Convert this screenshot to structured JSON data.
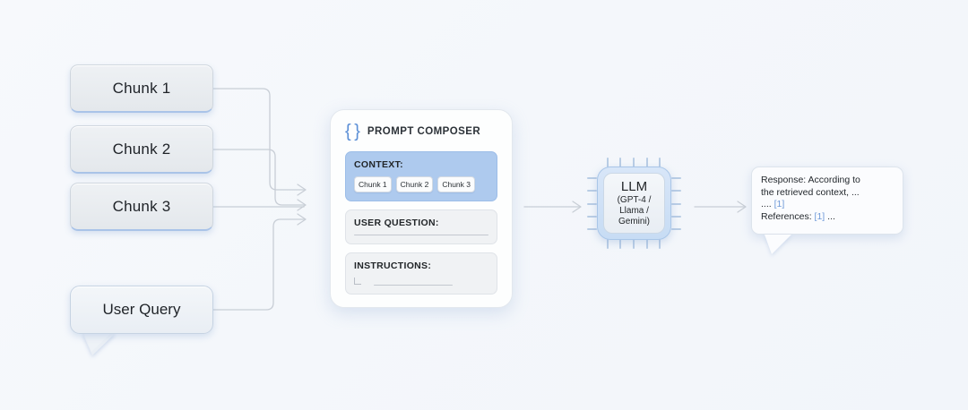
{
  "diagram": {
    "title": "RAG prompt composition and LLM response flow",
    "background_color": "#f4f7fb",
    "accent_color": "#5b8fd6",
    "context_block_color": "#aecaee",
    "wire_color": "#c8ced6"
  },
  "inputs": {
    "chunks": [
      {
        "label": "Chunk 1"
      },
      {
        "label": "Chunk 2"
      },
      {
        "label": "Chunk 3"
      }
    ],
    "query": {
      "label": "User Query"
    }
  },
  "composer": {
    "icon": "curly-braces-icon",
    "icon_glyph": "{ }",
    "title": "PROMPT COMPOSER",
    "sections": [
      {
        "name": "context",
        "label": "CONTEXT:",
        "pills": [
          "Chunk 1",
          "Chunk 2",
          "Chunk 3"
        ]
      },
      {
        "name": "user-question",
        "label": "USER QUESTION:",
        "pills": []
      },
      {
        "name": "instructions",
        "label": "INSTRUCTIONS:",
        "pills": []
      }
    ]
  },
  "llm": {
    "icon": "cpu-chip-icon",
    "title": "LLM",
    "subtitle_lines": [
      "(GPT-4 /",
      "Llama /",
      "Gemini)"
    ],
    "pins_per_side": 5
  },
  "response": {
    "line1": "Response: According to",
    "line2": "the retrieved context, ...",
    "line3_prefix": "....",
    "line3_ref": "[1]",
    "line4_label": "References:",
    "line4_ref": "[1]",
    "line4_suffix": "..."
  }
}
